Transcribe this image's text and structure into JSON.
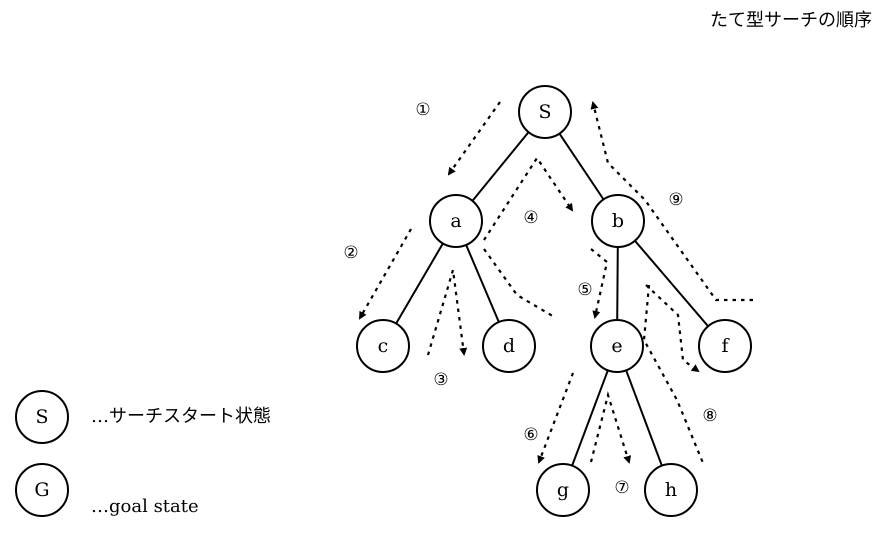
{
  "title": "たて型サーチの順序",
  "nodes": [
    {
      "id": "S",
      "label": "S"
    },
    {
      "id": "a",
      "label": "a"
    },
    {
      "id": "b",
      "label": "b"
    },
    {
      "id": "c",
      "label": "c"
    },
    {
      "id": "d",
      "label": "d"
    },
    {
      "id": "e",
      "label": "e"
    },
    {
      "id": "f",
      "label": "f"
    },
    {
      "id": "g",
      "label": "g"
    },
    {
      "id": "h",
      "label": "h"
    }
  ],
  "edges": [
    [
      "S",
      "a"
    ],
    [
      "S",
      "b"
    ],
    [
      "a",
      "c"
    ],
    [
      "a",
      "d"
    ],
    [
      "b",
      "e"
    ],
    [
      "b",
      "f"
    ],
    [
      "e",
      "g"
    ],
    [
      "e",
      "h"
    ]
  ],
  "steps": [
    "①",
    "②",
    "③",
    "④",
    "⑤",
    "⑥",
    "⑦",
    "⑧",
    "⑨"
  ],
  "legend": [
    {
      "symbol": "S",
      "text": "…サーチスタート状態"
    },
    {
      "symbol": "G",
      "text": "…goal state"
    }
  ]
}
